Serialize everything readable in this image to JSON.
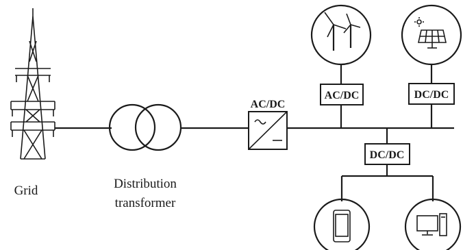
{
  "labels": {
    "grid": "Grid",
    "transformer_line1": "Distribution",
    "transformer_line2": "transformer",
    "rectifier": "AC/DC",
    "wind_converter": "AC/DC",
    "pv_converter": "DC/DC",
    "load_converter": "DC/DC"
  },
  "icons": {
    "grid": "transmission-tower-icon",
    "transformer": "transformer-icon",
    "rectifier": "ac-dc-converter-icon",
    "wind": "wind-turbine-icon",
    "pv": "solar-panel-icon",
    "phone": "smartphone-icon",
    "computer": "desktop-computer-icon"
  },
  "colors": {
    "line": "#1a1a1a",
    "background": "#ffffff"
  }
}
